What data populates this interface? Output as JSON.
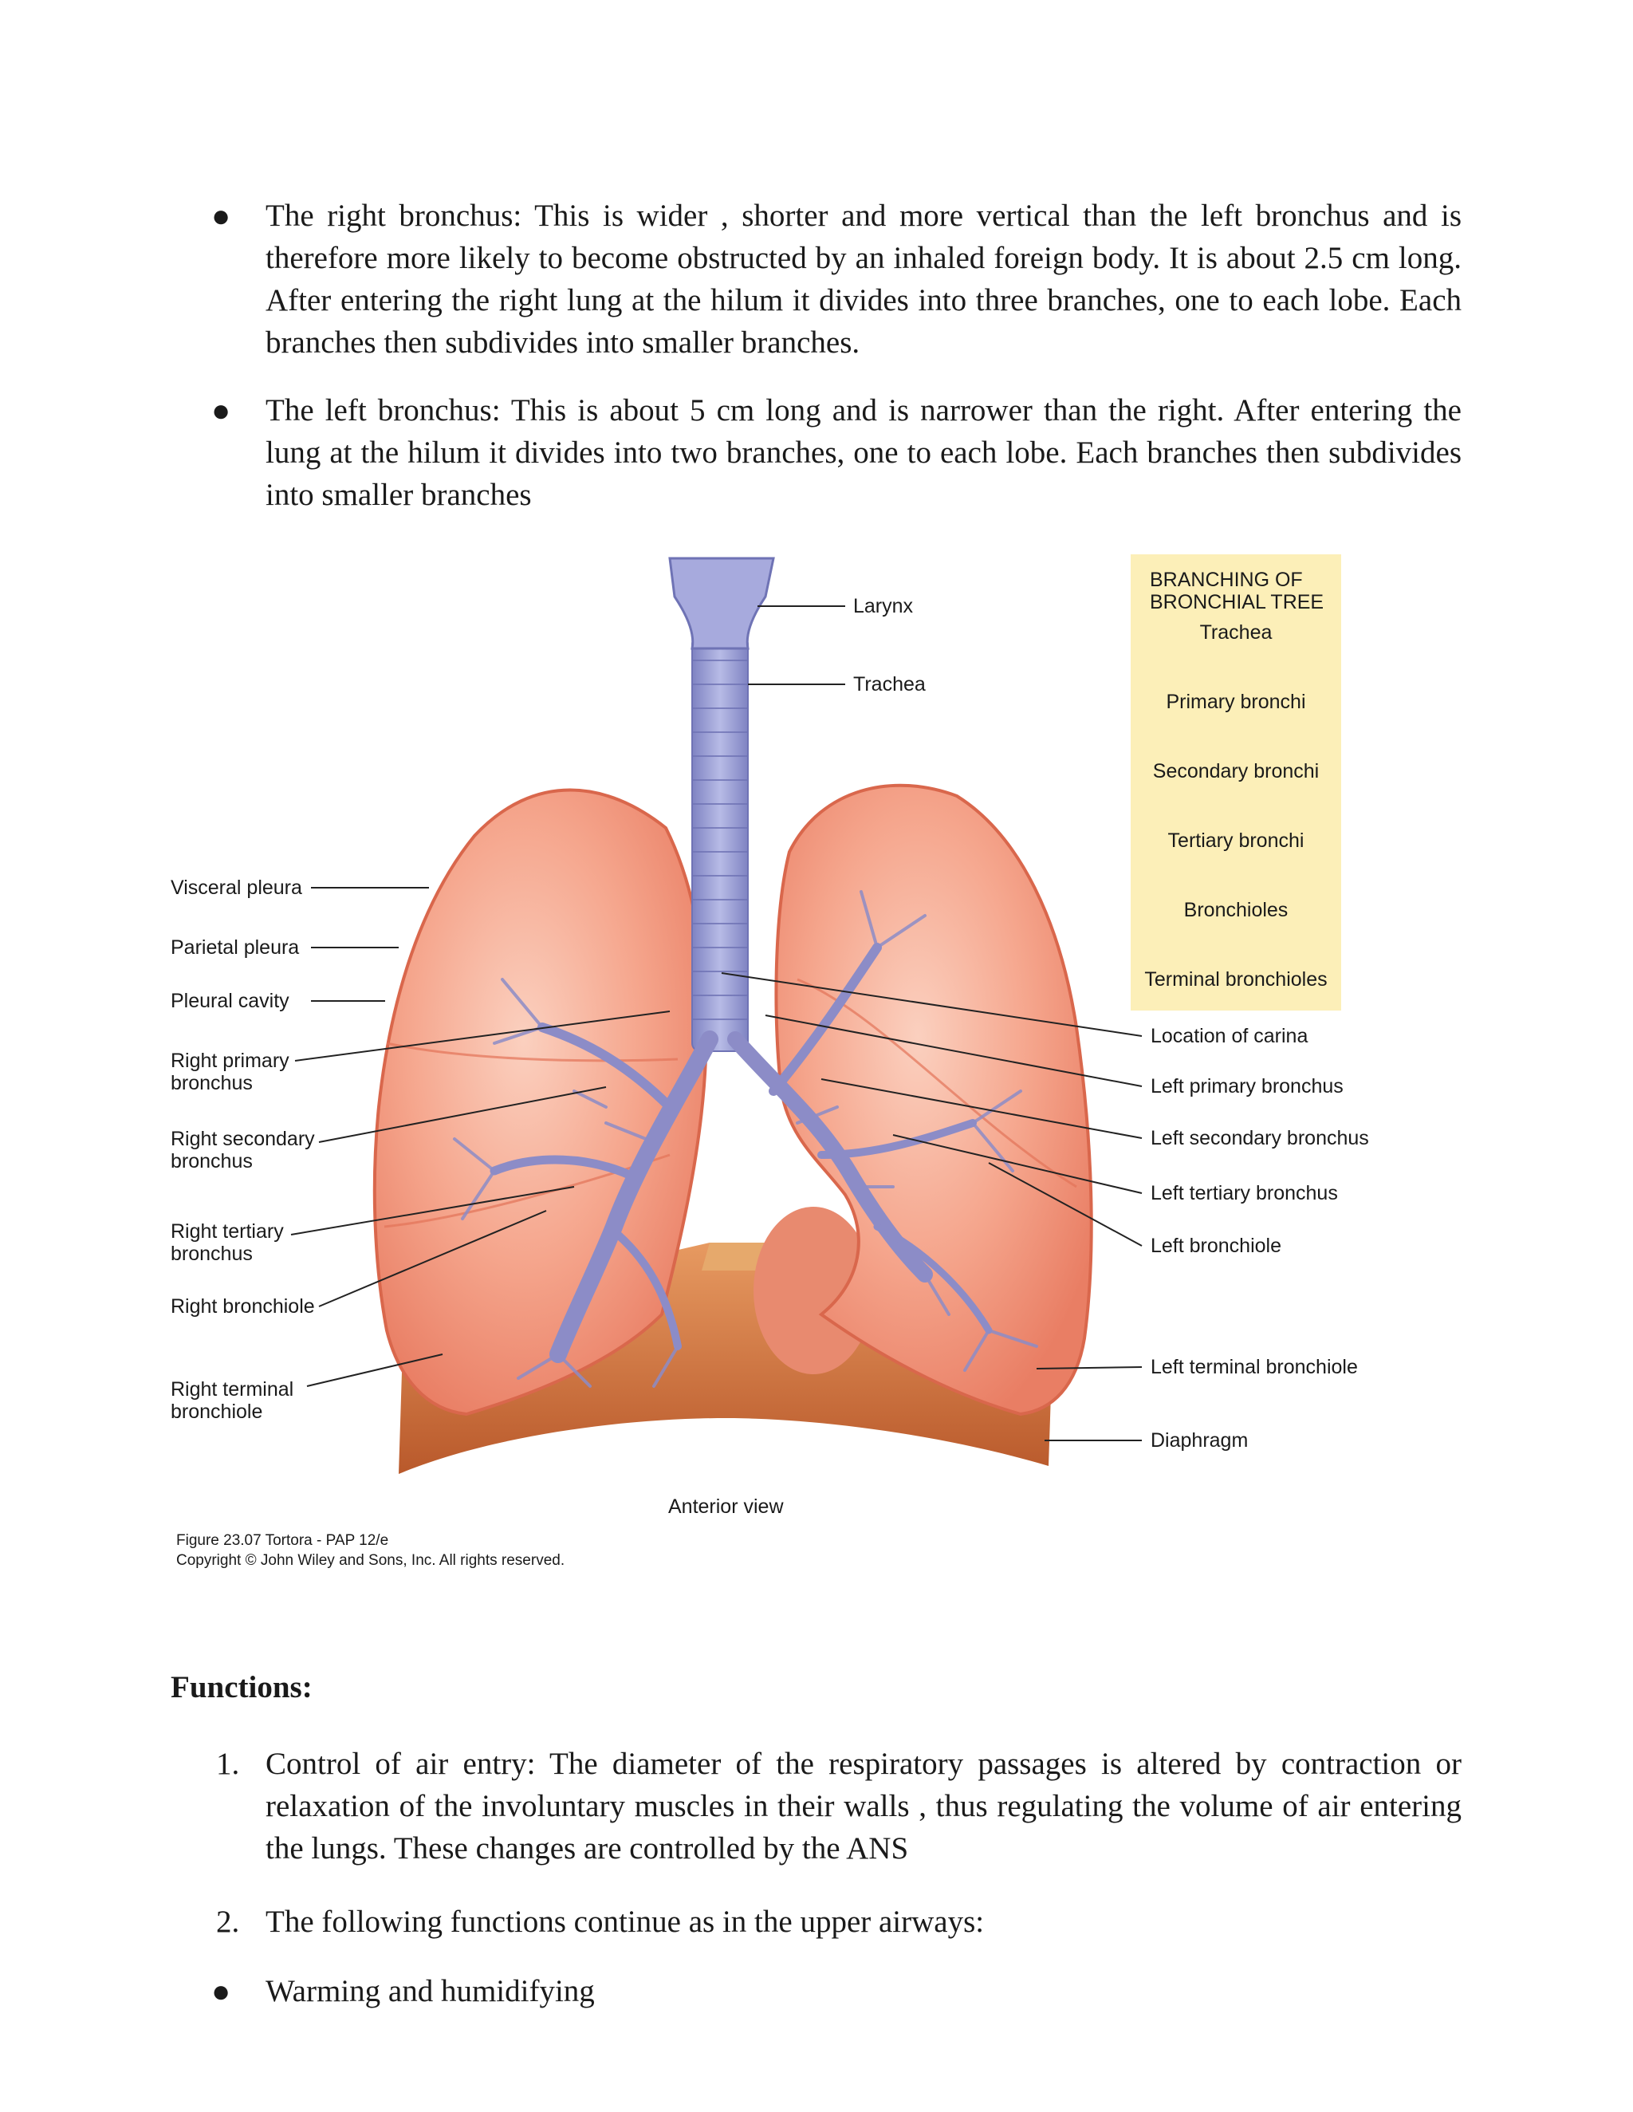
{
  "bullets": [
    {
      "text": "The right bronchus: This is wider , shorter and more vertical than the left bronchus and is therefore more likely to become obstructed by an inhaled foreign body. It is about 2.5 cm long. After entering the right lung at the hilum it divides into three branches, one to each lobe. Each branches then subdivides into smaller branches."
    },
    {
      "text": "The left bronchus: This is about 5 cm long and is narrower than the right. After entering the lung at the hilum it divides into two branches, one to each lobe. Each branches then subdivides into smaller branches"
    }
  ],
  "figure": {
    "labels_left": {
      "visceral_pleura": "Visceral pleura",
      "parietal_pleura": "Parietal pleura",
      "pleural_cavity": "Pleural cavity",
      "right_primary_1": "Right primary",
      "right_primary_2": "bronchus",
      "right_secondary_1": "Right secondary",
      "right_secondary_2": "bronchus",
      "right_tertiary_1": "Right tertiary",
      "right_tertiary_2": "bronchus",
      "right_bronchiole": "Right bronchiole",
      "right_terminal_1": "Right terminal",
      "right_terminal_2": "bronchiole"
    },
    "labels_right": {
      "larynx": "Larynx",
      "trachea": "Trachea",
      "location_carina": "Location of carina",
      "left_primary": "Left primary bronchus",
      "left_secondary": "Left secondary bronchus",
      "left_tertiary": "Left tertiary bronchus",
      "left_bronchiole": "Left bronchiole",
      "left_terminal": "Left terminal bronchiole",
      "diaphragm": "Diaphragm"
    },
    "tree_box": {
      "title_1": "BRANCHING OF",
      "title_2": "BRONCHIAL TREE",
      "items": [
        "Trachea",
        "Primary bronchi",
        "Secondary bronchi",
        "Tertiary bronchi",
        "Bronchioles",
        "Terminal bronchioles"
      ]
    },
    "view_label": "Anterior view",
    "caption_1": "Figure 23.07  Tortora - PAP 12/e",
    "caption_2": "Copyright © John Wiley and Sons, Inc. All rights reserved."
  },
  "functions": {
    "heading": "Functions:",
    "items": [
      {
        "num": "1.",
        "text": "Control of air entry: The diameter of the respiratory passages is altered by contraction or relaxation of the involuntary muscles in their walls , thus regulating the volume of air entering the lungs. These changes are controlled by the ANS"
      },
      {
        "num": "2.",
        "text": "The following functions continue as in the upper airways:"
      }
    ],
    "sub_bullets": [
      "Warming and humidifying"
    ]
  },
  "colors": {
    "lung": "#f08e76",
    "lung_light": "#f8b9a4",
    "airway": "#8f8ec8",
    "diaphragm": "#cf6f3d",
    "tree_box": "#fcefb8"
  }
}
